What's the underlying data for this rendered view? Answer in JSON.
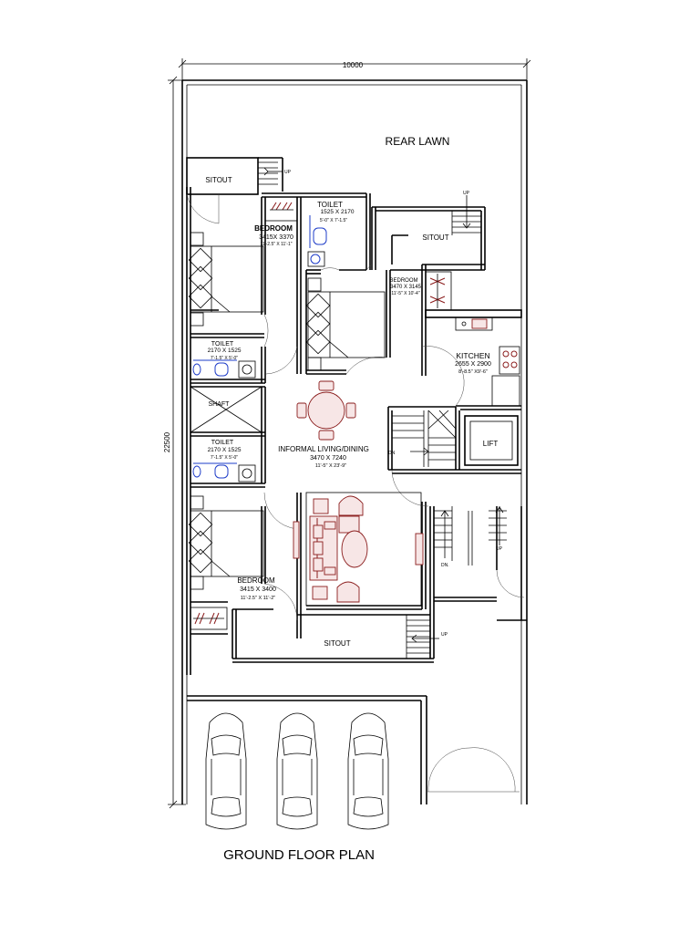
{
  "plan": {
    "title": "GROUND FLOOR PLAN",
    "dim_width": "10000",
    "dim_height": "22500"
  },
  "rooms": {
    "rear_lawn": "REAR LAWN",
    "sitout_top_left": "SITOUT",
    "sitout_top_right": "SITOUT",
    "sitout_bottom": "SITOUT",
    "bedroom_top_left": {
      "name": "BEDROOM",
      "size": "3415X 3370",
      "imperial": "11'-2.5\" X 11'-1\""
    },
    "toilet_top": {
      "name": "TOILET",
      "size": "1525 X 2170",
      "imperial": "5'-0\" X 7'-1.5\""
    },
    "bedroom_middle": {
      "name": "BEDROOM",
      "size": "3470 X 3145",
      "imperial": "11'-5\" X 10'-4\""
    },
    "kitchen": {
      "name": "KITCHEN",
      "size": "2655 X 2900",
      "imperial": "8'-8.5\" X9'-6\""
    },
    "toilet_left_1": {
      "name": "TOILET",
      "size": "2170 X 1525",
      "imperial": "7'-1.5\" X 5'-0\""
    },
    "shaft": "SHAFT",
    "toilet_left_2": {
      "name": "TOILET",
      "size": "2170 X 1525",
      "imperial": "7'-1.5\" X 5'-0\""
    },
    "living": {
      "name": "INFORMAL LIVING/DINING",
      "size": "3470 X 7240",
      "imperial": "11'-5\" X 23'-9\""
    },
    "lift": "LIFT",
    "bedroom_bottom": {
      "name": "BEDROOM",
      "size": "3415 X 3400",
      "imperial": "11'-2.5\" X 11'-2\""
    }
  },
  "stairs": {
    "up": "UP",
    "dn": "DN",
    "dn_dot": "DN."
  },
  "colors": {
    "furniture": "#8a1c1c",
    "fixtures": "#1e3cc8",
    "lines": "#000000"
  }
}
